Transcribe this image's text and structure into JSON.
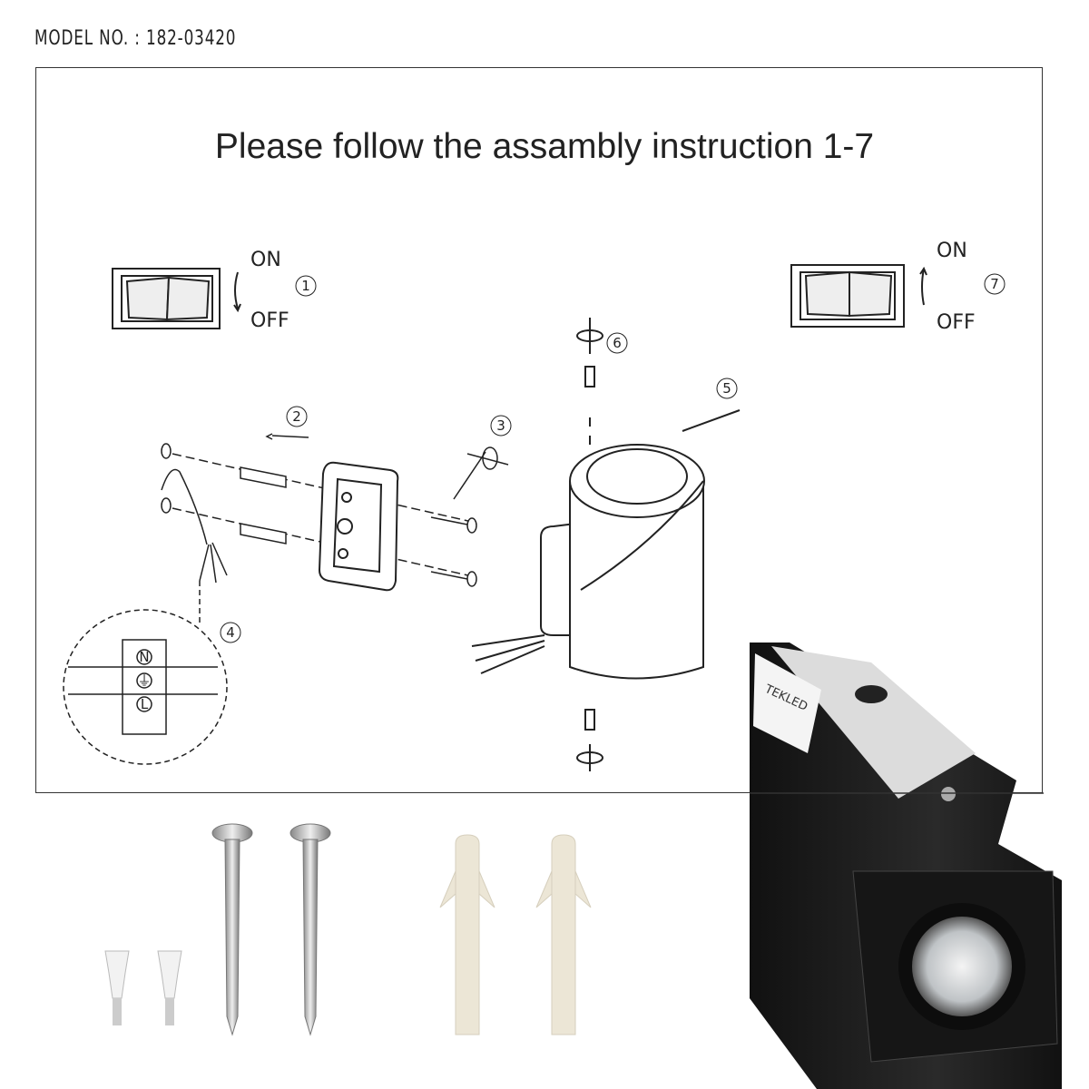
{
  "model_number": "MODEL NO. : 182-03420",
  "title": "Please follow the assambly instruction 1-7",
  "switch_left": {
    "on": "ON",
    "off": "OFF",
    "step": "1"
  },
  "switch_right": {
    "on": "ON",
    "off": "OFF",
    "step": "7"
  },
  "steps": {
    "s2": "2",
    "s3": "3",
    "s4": "4",
    "s5": "5",
    "s6": "6"
  },
  "terminal_labels": {
    "n": "N",
    "e": "⏚",
    "l": "L"
  },
  "product_label_brand": "TEKLED",
  "colors": {
    "frame": "#333333",
    "product_body": "#1c1c1c",
    "anchor": "#ece6d6",
    "screw": "#b9bcc0"
  }
}
